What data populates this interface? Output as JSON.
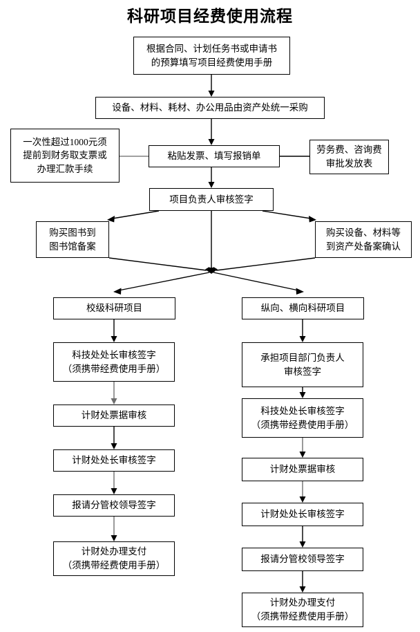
{
  "title": "科研项目经费使用流程",
  "colors": {
    "box_border": "#000000",
    "background": "#ffffff",
    "connector_black": "#000000",
    "connector_gray": "#808080"
  },
  "nodes": {
    "start": {
      "lines": [
        "根据合同、计划任务书或申请书",
        "的预算填写项目经费使用手册"
      ]
    },
    "procurement": {
      "lines": [
        "设备、材料、耗材、办公用品由资产处统一采购"
      ]
    },
    "cheque_note": {
      "lines": [
        "一次性超过1000元须",
        "提前到财务取支票或",
        "办理汇款手续"
      ]
    },
    "paste_invoice": {
      "lines": [
        "粘贴发票、填写报销单"
      ]
    },
    "labor_fee_note": {
      "lines": [
        "劳务费、咨询费",
        "审批发放表"
      ]
    },
    "leader_sign": {
      "lines": [
        "项目负责人审核签字"
      ]
    },
    "library_note": {
      "lines": [
        "购买图书到",
        "图书馆备案"
      ]
    },
    "asset_note": {
      "lines": [
        "购买设备、材料等",
        "到资产处备案确认"
      ]
    },
    "branch_school": {
      "lines": [
        "校级科研项目"
      ]
    },
    "branch_vertical_horizontal": {
      "lines": [
        "纵向、横向科研项目"
      ]
    },
    "left_1": {
      "lines": [
        "科技处处长审核签字",
        "（须携带经费使用手册）"
      ]
    },
    "left_2": {
      "lines": [
        "计财处票据审核"
      ]
    },
    "left_3": {
      "lines": [
        "计财处处长审核签字"
      ]
    },
    "left_4": {
      "lines": [
        "报请分管校领导签字"
      ]
    },
    "left_5": {
      "lines": [
        "计财处办理支付",
        "（须携带经费使用手册）"
      ]
    },
    "right_1": {
      "lines": [
        "承担项目部门负责人",
        "审核签字"
      ]
    },
    "right_2": {
      "lines": [
        "科技处处长审核签字",
        "（须携带经费使用手册）"
      ]
    },
    "right_3": {
      "lines": [
        "计财处票据审核"
      ]
    },
    "right_4": {
      "lines": [
        "计财处处长审核签字"
      ]
    },
    "right_5": {
      "lines": [
        "报请分管校领导签字"
      ]
    },
    "right_6": {
      "lines": [
        "计财处办理支付",
        "（须携带经费使用手册）"
      ]
    }
  }
}
